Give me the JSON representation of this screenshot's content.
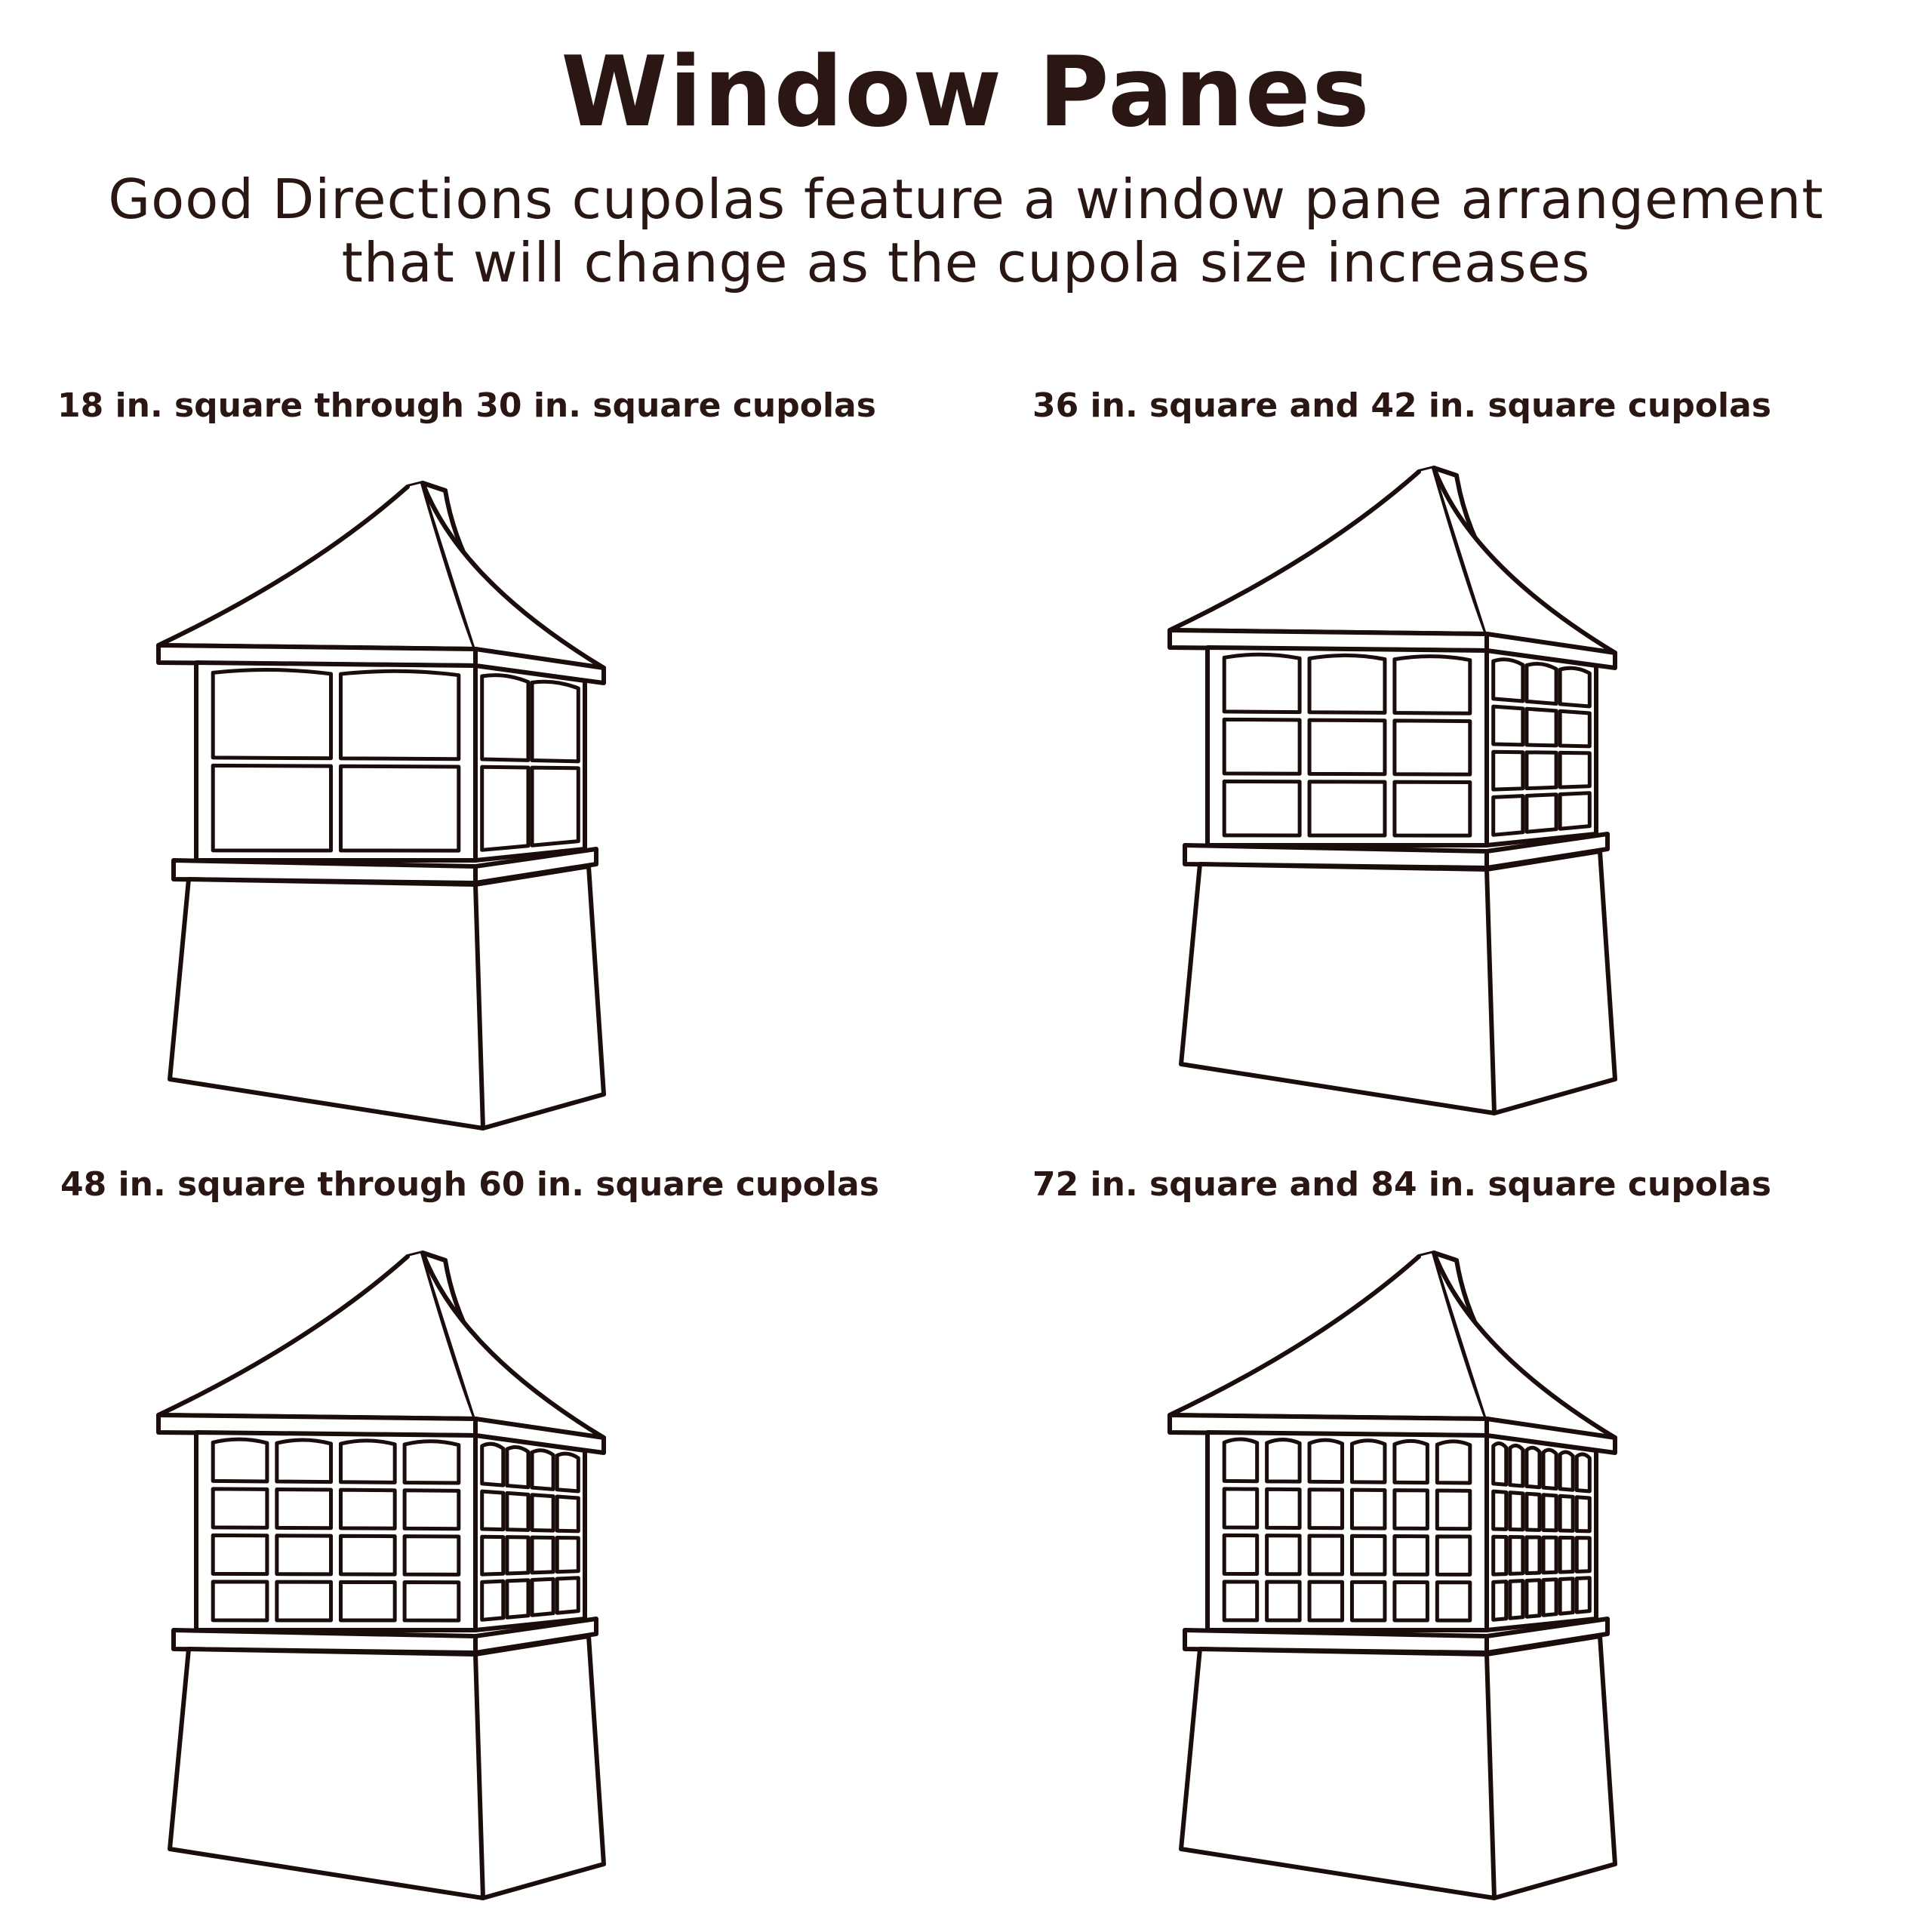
{
  "header": {
    "title": "Window Panes",
    "subtitle_line1": "Good Directions cupolas feature a window pane arrangement",
    "subtitle_line2": "that will change as the cupola size increases"
  },
  "colors": {
    "text": "#2a1714",
    "line": "#1a0d0b",
    "background": "#ffffff"
  },
  "cupolas": [
    {
      "caption": "18 in. square through 30 in. square cupolas",
      "front": {
        "cols": 2,
        "rows": 2
      },
      "side": {
        "cols": 2,
        "rows": 2
      }
    },
    {
      "caption": "36 in. square and 42 in. square cupolas",
      "front": {
        "cols": 3,
        "rows": 3
      },
      "side": {
        "cols": 3,
        "rows": 4
      }
    },
    {
      "caption": "48 in. square through 60 in. square cupolas",
      "front": {
        "cols": 4,
        "rows": 4
      },
      "side": {
        "cols": 4,
        "rows": 4
      }
    },
    {
      "caption": "72 in. square and 84 in. square cupolas",
      "front": {
        "cols": 6,
        "rows": 4
      },
      "side": {
        "cols": 6,
        "rows": 4
      }
    }
  ]
}
